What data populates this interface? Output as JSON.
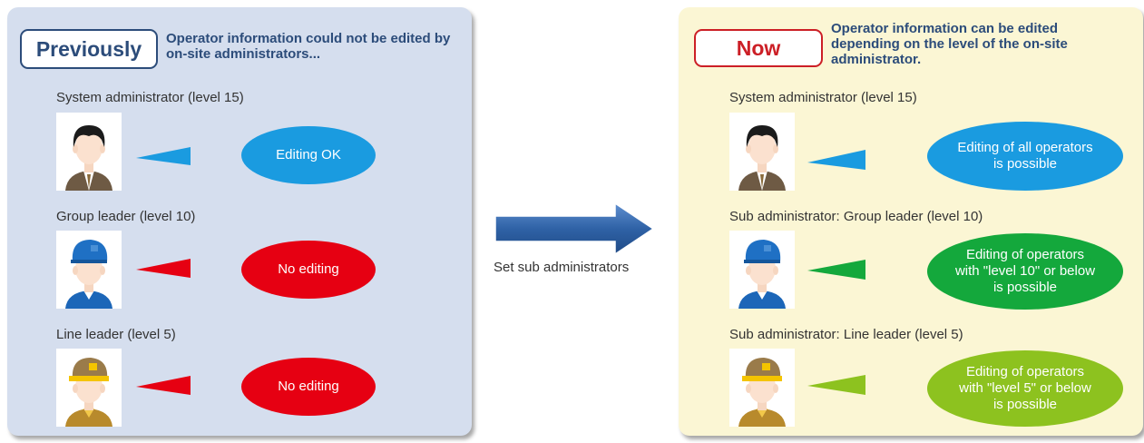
{
  "previously": {
    "badge": "Previously",
    "description": "Operator information could not be edited by on-site administrators...",
    "rows": [
      {
        "role": "System administrator (level 15)",
        "bubble": "Editing OK",
        "bubble_color": "#1a9be0"
      },
      {
        "role": "Group leader (level 10)",
        "bubble": "No editing",
        "bubble_color": "#e60012"
      },
      {
        "role": "Line leader (level 5)",
        "bubble": "No editing",
        "bubble_color": "#e60012"
      }
    ]
  },
  "arrow_label": "Set sub administrators",
  "now": {
    "badge": "Now",
    "description": "Operator information can be edited depending on the level of the on-site administrator.",
    "rows": [
      {
        "role": "System administrator (level 15)",
        "bubble": "Editing of all operators\nis possible",
        "bubble_color": "#1a9be0"
      },
      {
        "role": "Sub administrator: Group leader (level 10)",
        "bubble": "Editing of operators\nwith \"level 10\" or below\nis possible",
        "bubble_color": "#14a83c"
      },
      {
        "role": "Sub administrator: Line leader (level 5)",
        "bubble": "Editing of operators\nwith \"level 5\" or below\nis possible",
        "bubble_color": "#8dc21f"
      }
    ]
  },
  "avatar_icons": [
    "businessman-avatar-icon",
    "blue-cap-worker-avatar-icon",
    "yellow-cap-worker-avatar-icon"
  ],
  "colors": {
    "navy": "#2c4c7a",
    "red_accent": "#cc1f26",
    "arrow": "#2f62a6"
  }
}
